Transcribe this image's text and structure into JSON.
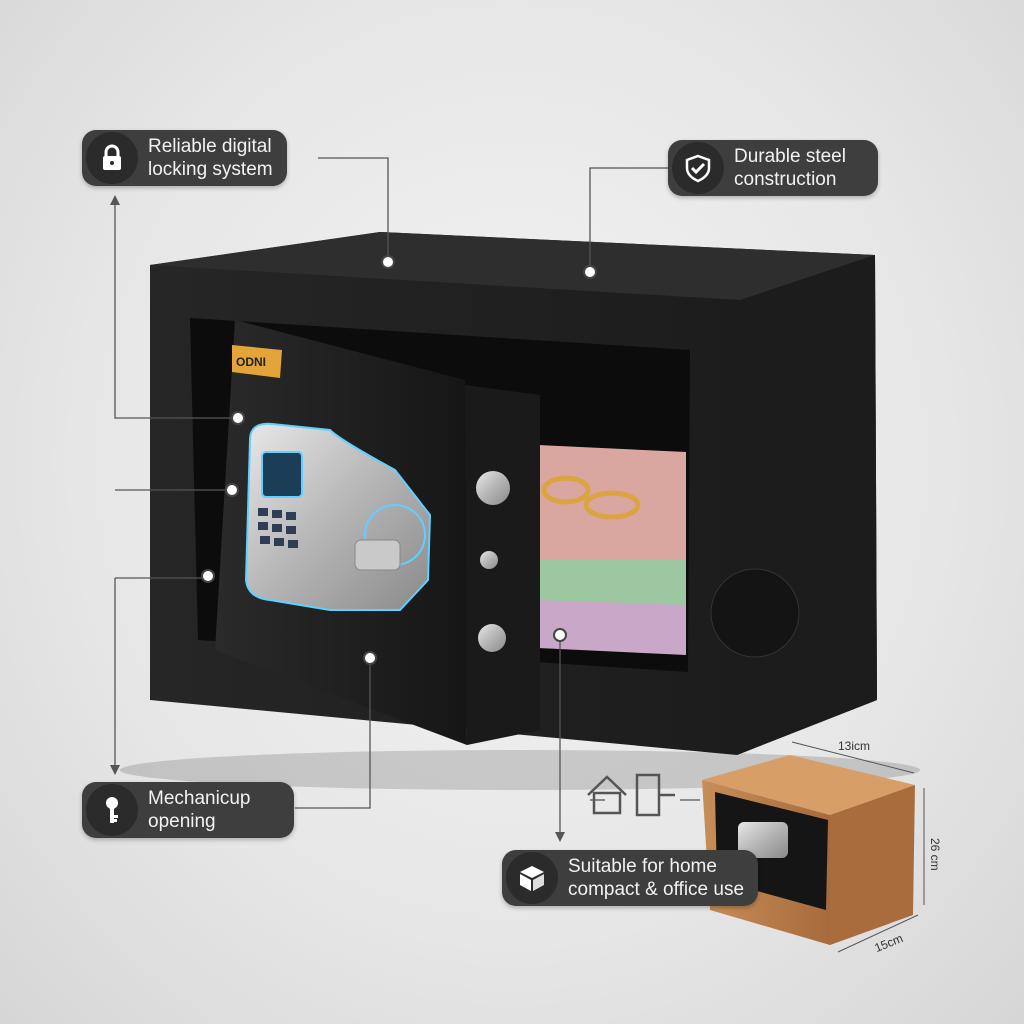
{
  "brand_logo": "ODNI",
  "callouts": {
    "digital_lock": "Reliable digital\nlocking system",
    "steel": "Durable steel\nconstruction",
    "mechanical": "Mechanicup\nopening",
    "home_office": "Suitable for home\ncompact & office use"
  },
  "dimensions": {
    "width": "13icm",
    "height": "26 cm",
    "depth": "15cm"
  },
  "colors": {
    "safe": "#1e1e1e",
    "callout": "#3e3e3e",
    "wood": "#c58a55",
    "glow": "#5fd0ff"
  }
}
